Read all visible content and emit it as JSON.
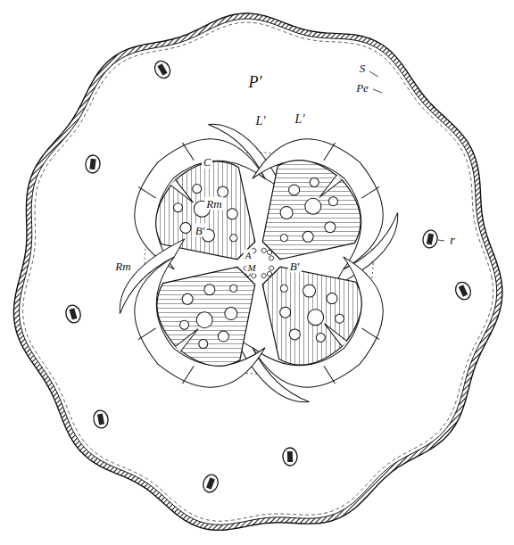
{
  "diagram": {
    "labels": [
      "S",
      "Pe",
      "P'",
      "L'",
      "L'",
      "C",
      "Rm",
      "Rm",
      "B'",
      "A",
      "M",
      "B'",
      "r"
    ]
  }
}
